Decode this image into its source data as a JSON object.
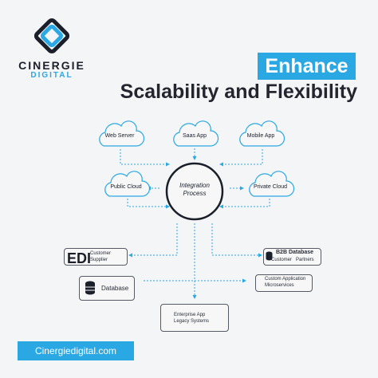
{
  "brand": {
    "name": "CINERGIE",
    "sub": "DIGITAL",
    "accent": "#2aa8e4",
    "dark": "#1b1f2a"
  },
  "headline": {
    "highlight": "Enhance",
    "rest": "Scalability and Flexibility"
  },
  "center": {
    "line1": "Integration",
    "line2": "Process"
  },
  "clouds": {
    "web_server": "Web Server",
    "saas_app": "Saas App",
    "mobile_app": "Mobile App",
    "public_cloud": "Public Cloud",
    "private_cloud": "Private Cloud"
  },
  "systems": {
    "edi": {
      "label": "EDI",
      "item1": "Customer",
      "item2": "Supplier"
    },
    "b2b": {
      "label": "B2B Database",
      "item1": "Customer",
      "item2": "Partners"
    },
    "database": {
      "label": "Database"
    },
    "custom": {
      "item1": "Custom Application",
      "item2": "Microservices"
    },
    "enterprise": {
      "item1": "Enterprise App",
      "item2": "Legacy Systems"
    }
  },
  "footer": {
    "website": "Cinergiedigital.com"
  }
}
